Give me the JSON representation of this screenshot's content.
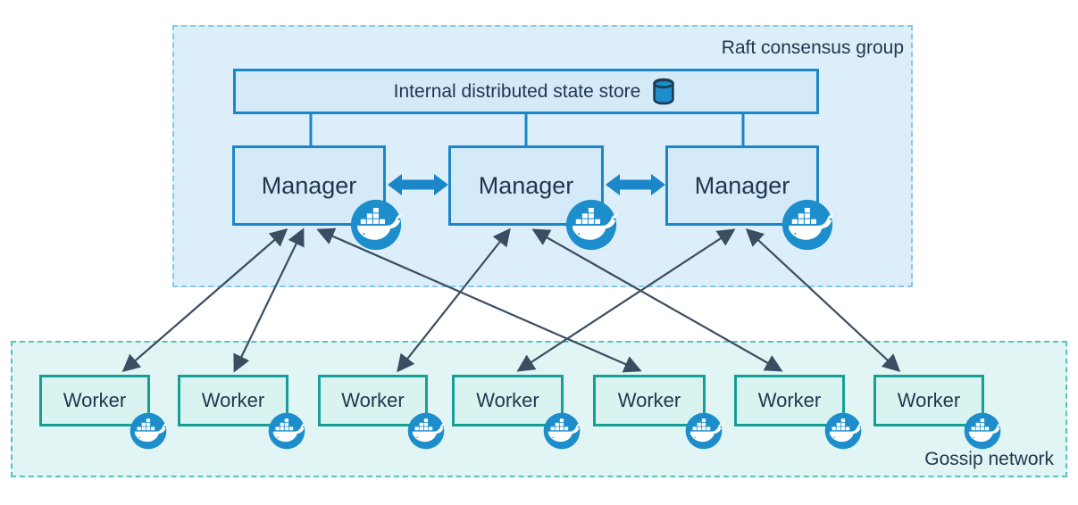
{
  "raft": {
    "label": "Raft consensus group",
    "state_store": {
      "label": "Internal distributed state store",
      "icon": "database-cylinder-icon"
    },
    "managers": [
      {
        "id": "manager-1",
        "label": "Manager",
        "icon": "docker-icon"
      },
      {
        "id": "manager-2",
        "label": "Manager",
        "icon": "docker-icon"
      },
      {
        "id": "manager-3",
        "label": "Manager",
        "icon": "docker-icon"
      }
    ],
    "store_links": [
      "manager-1",
      "manager-2",
      "manager-3"
    ],
    "manager_links": [
      {
        "from": "manager-1",
        "to": "manager-2",
        "style": "thick-bidirectional"
      },
      {
        "from": "manager-2",
        "to": "manager-3",
        "style": "thick-bidirectional"
      }
    ]
  },
  "gossip": {
    "label": "Gossip network",
    "workers": [
      {
        "id": "worker-1",
        "label": "Worker",
        "icon": "docker-icon"
      },
      {
        "id": "worker-2",
        "label": "Worker",
        "icon": "docker-icon"
      },
      {
        "id": "worker-3",
        "label": "Worker",
        "icon": "docker-icon"
      },
      {
        "id": "worker-4",
        "label": "Worker",
        "icon": "docker-icon"
      },
      {
        "id": "worker-5",
        "label": "Worker",
        "icon": "docker-icon"
      },
      {
        "id": "worker-6",
        "label": "Worker",
        "icon": "docker-icon"
      },
      {
        "id": "worker-7",
        "label": "Worker",
        "icon": "docker-icon"
      }
    ]
  },
  "connections": [
    {
      "from": "manager-1",
      "to": "worker-1",
      "style": "thin-bidirectional"
    },
    {
      "from": "manager-1",
      "to": "worker-2",
      "style": "thin-bidirectional"
    },
    {
      "from": "manager-1",
      "to": "worker-5",
      "style": "thin-bidirectional"
    },
    {
      "from": "manager-2",
      "to": "worker-3",
      "style": "thin-bidirectional"
    },
    {
      "from": "manager-2",
      "to": "worker-6",
      "style": "thin-bidirectional"
    },
    {
      "from": "manager-3",
      "to": "worker-4",
      "style": "thin-bidirectional"
    },
    {
      "from": "manager-3",
      "to": "worker-7",
      "style": "thin-bidirectional"
    }
  ],
  "colors": {
    "manager_border_blue": "#1b86c8",
    "worker_border_teal": "#16a095",
    "docker_circle_blue": "#1d8ecb",
    "raft_fill": "#dceefa",
    "raft_dash": "#85c8ea",
    "gossip_fill": "#e1f6f4",
    "gossip_dash": "#55c3bb",
    "box_fill_blue": "#d5eaf9",
    "box_fill_teal": "#d9f3f0",
    "text_navy": "#20384e",
    "thin_arrow": "#3a4d61"
  }
}
